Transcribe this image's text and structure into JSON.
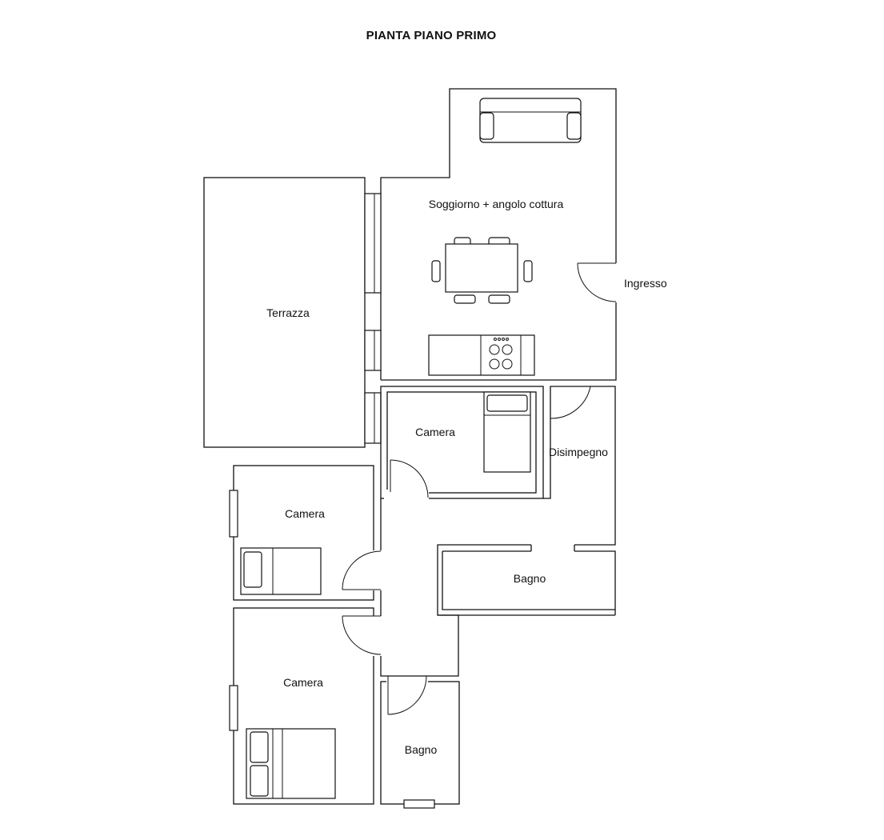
{
  "title": "PIANTA PIANO PRIMO",
  "rooms": {
    "living": "Soggiorno + angolo cottura",
    "entrance": "Ingresso",
    "terrace": "Terrazza",
    "bedroom_1": "Camera",
    "hallway": "Disimpegno",
    "bedroom_2": "Camera",
    "bathroom_1": "Bagno",
    "bedroom_3": "Camera",
    "bathroom_2": "Bagno"
  },
  "colors": {
    "line": "#111111",
    "background": "#ffffff"
  }
}
